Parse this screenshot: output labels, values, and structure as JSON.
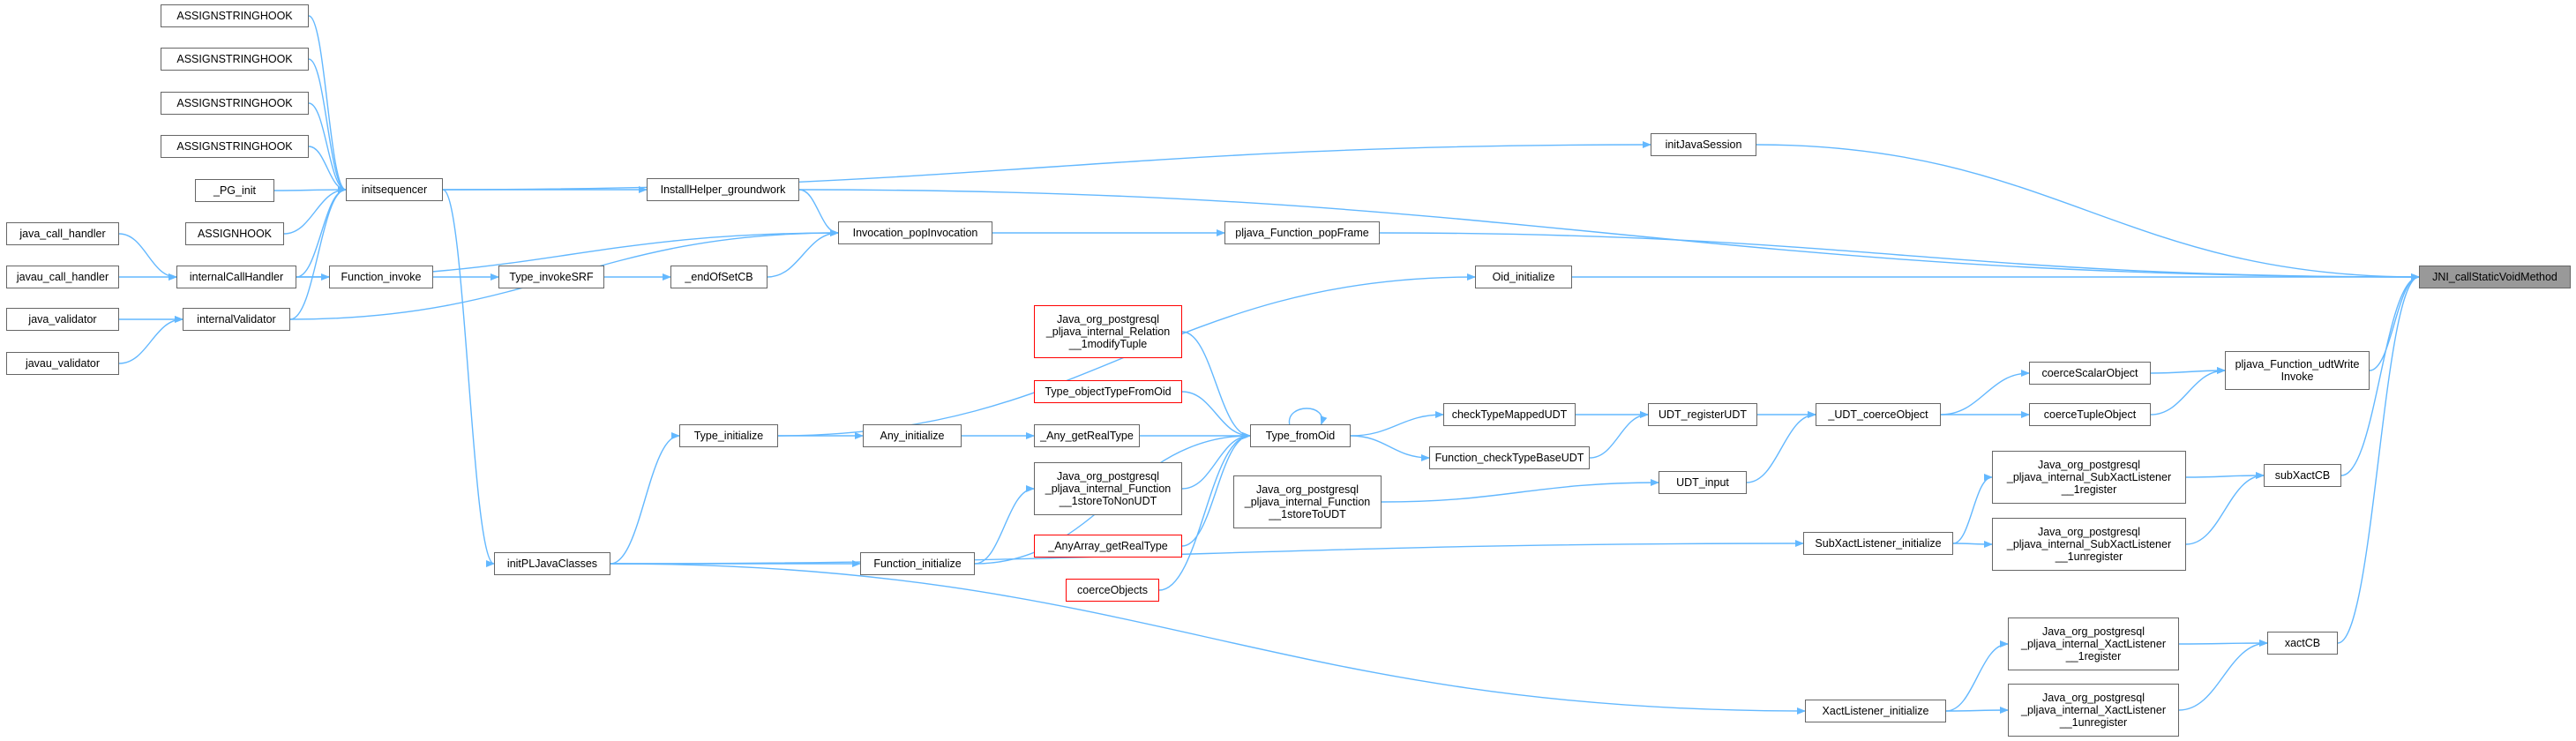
{
  "colors": {
    "edge": "#63b8ff",
    "node_border": "#666666",
    "node_border_external": "#ff0000",
    "root_fill": "#999999",
    "background": "#ffffff"
  },
  "nodes": {
    "ash1": "ASSIGNSTRINGHOOK",
    "ash2": "ASSIGNSTRINGHOOK",
    "ash3": "ASSIGNSTRINGHOOK",
    "ash4": "ASSIGNSTRINGHOOK",
    "pginit": "_PG_init",
    "assignhook": "ASSIGNHOOK",
    "jcall": "java_call_handler",
    "jucall": "javau_call_handler",
    "jval": "java_validator",
    "juval": "javau_validator",
    "initseq": "initsequencer",
    "ich": "internalCallHandler",
    "ival": "internalValidator",
    "finvoke": "Function_invoke",
    "tinvsrf": "Type_invokeSRF",
    "eos": "_endOfSetCB",
    "ihg": "InstallHelper_groundwork",
    "ipop": "Invocation_popInvocation",
    "pjpop": "pljava_Function_popFrame",
    "ijs": "initJavaSession",
    "oidinit": "Oid_initialize",
    "tinit": "Type_initialize",
    "anyinit": "Any_initialize",
    "anygrt": "_Any_getRealType",
    "rel": "Java_org_postgresql\n_pljava_internal_Relation\n__1modifyTuple",
    "totfo": "Type_objectTypeFromOid",
    "tfo": "Type_fromOid",
    "stnon": "Java_org_postgresql\n_pljava_internal_Function\n__1storeToNonUDT",
    "anyarr": "_AnyArray_getRealType",
    "coerceobjs": "coerceObjects",
    "stud": "Java_org_postgresql\n_pljava_internal_Function\n__1storeToUDT",
    "ipljc": "initPLJavaClasses",
    "finit": "Function_initialize",
    "ctmu": "checkTypeMappedUDT",
    "fctbu": "Function_checkTypeBaseUDT",
    "udtreg": "UDT_registerUDT",
    "udtin": "UDT_input",
    "udtco": "_UDT_coerceObject",
    "cso": "coerceScalarObject",
    "cto": "coerceTupleObject",
    "pfuwi": "pljava_Function_udtWrite\nInvoke",
    "sxlreg": "Java_org_postgresql\n_pljava_internal_SubXactListener\n__1register",
    "sxlunreg": "Java_org_postgresql\n_pljava_internal_SubXactListener\n__1unregister",
    "sxlinit": "SubXactListener_initialize",
    "subxcb": "subXactCB",
    "xlreg": "Java_org_postgresql\n_pljava_internal_XactListener\n__1register",
    "xlunreg": "Java_org_postgresql\n_pljava_internal_XactListener\n__1unregister",
    "xlinit": "XactListener_initialize",
    "xcb": "xactCB",
    "jni": "JNI_callStaticVoidMethod"
  }
}
